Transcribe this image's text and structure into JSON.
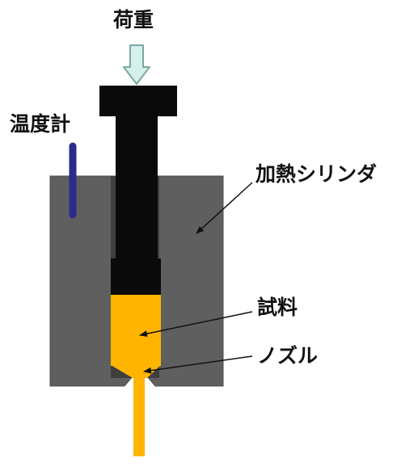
{
  "labels": {
    "load": "荷重",
    "thermometer": "温度計",
    "heating_cylinder": "加熱シリンダ",
    "sample": "試料",
    "nozzle": "ノズル"
  },
  "colors": {
    "cylinder": "#5f5f5f",
    "piston": "#0a0a0a",
    "sample": "#ffb400",
    "thermometer": "#2b2b8f",
    "arrow_fill": "#d6f0ec",
    "arrow_stroke": "#7aa8a2",
    "leader_line": "#111111"
  }
}
